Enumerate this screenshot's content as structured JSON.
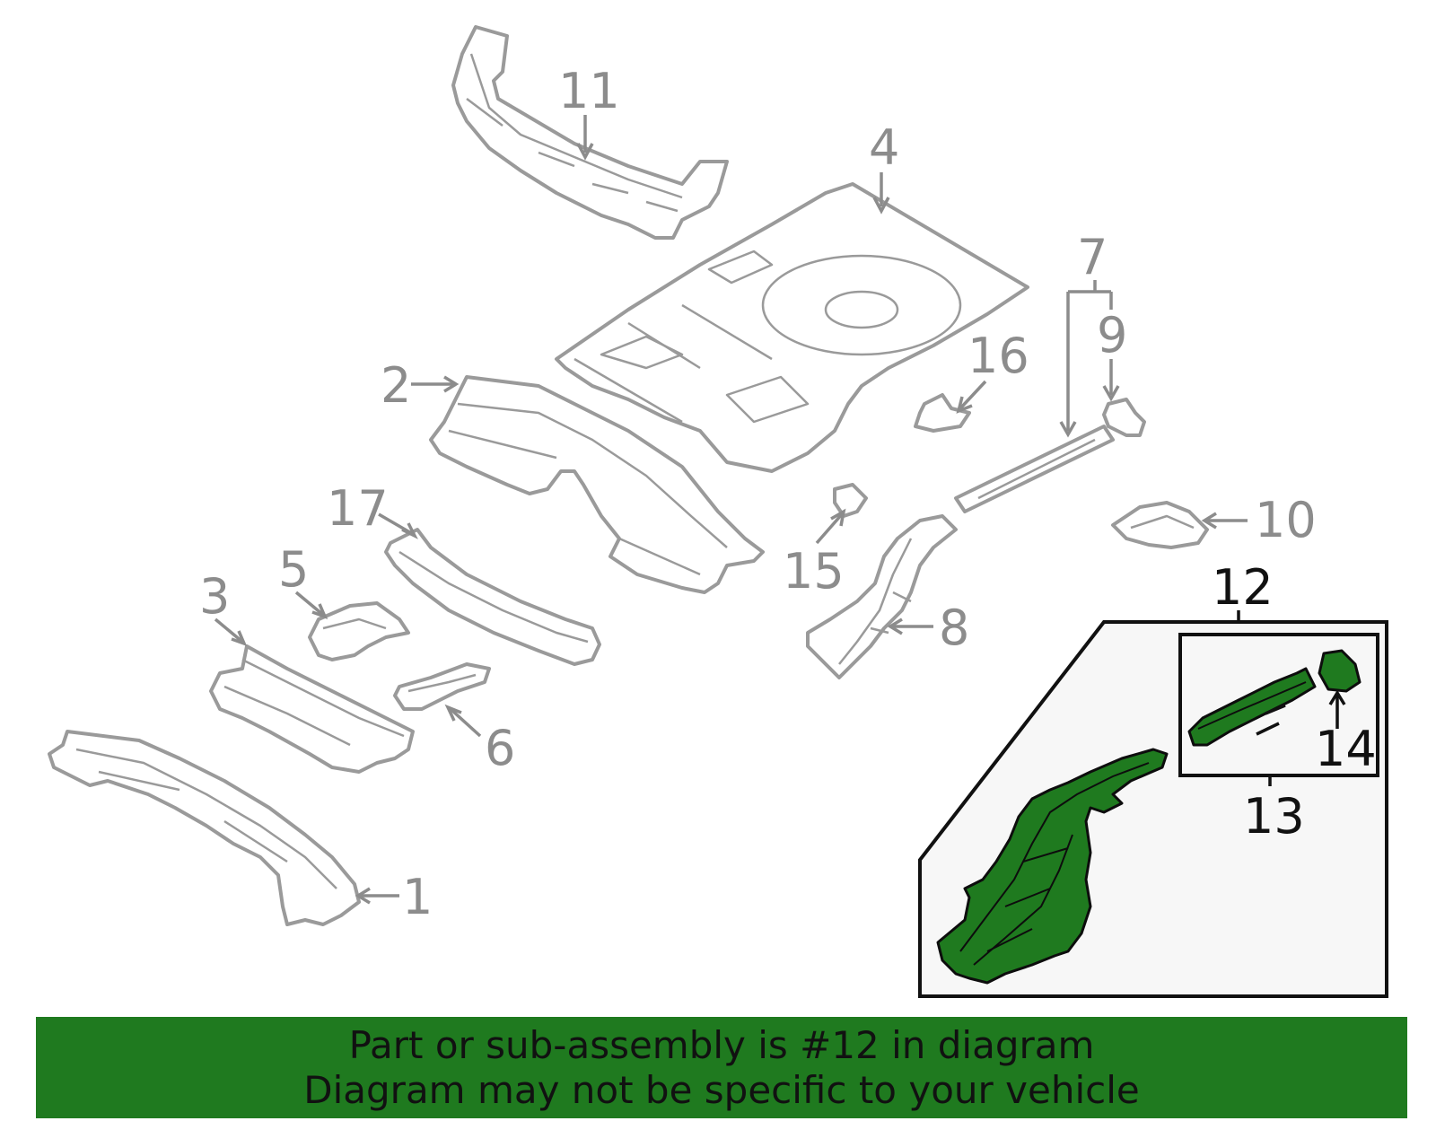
{
  "callouts": {
    "c1": "1",
    "c2": "2",
    "c3": "3",
    "c4": "4",
    "c5": "5",
    "c6": "6",
    "c7": "7",
    "c8": "8",
    "c9": "9",
    "c10": "10",
    "c11": "11",
    "c12": "12",
    "c13": "13",
    "c14": "14",
    "c15": "15",
    "c16": "16",
    "c17": "17"
  },
  "banner": {
    "line1": "Part or sub-assembly is #12 in diagram",
    "line2": "Diagram may not be specific to your vehicle"
  },
  "colors": {
    "highlight": "#1f7a1f",
    "outline": "#9a9a9a",
    "callout_text": "#8c8c8c",
    "highlighted_callout_text": "#111111"
  }
}
